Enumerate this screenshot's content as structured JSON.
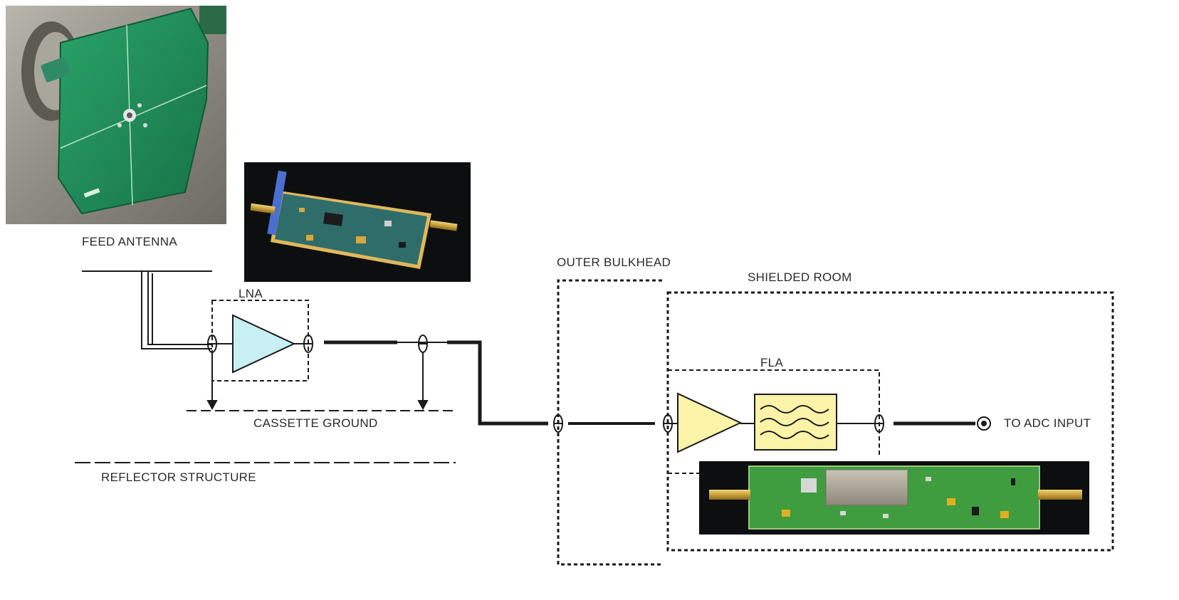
{
  "labels": {
    "feed_antenna": "FEED ANTENNA",
    "lna": "LNA",
    "cassette_ground": "CASSETTE GROUND",
    "reflector_structure": "REFLECTOR STRUCTURE",
    "outer_bulkhead": "OUTER BULKHEAD",
    "shielded_room": "SHIELDED ROOM",
    "fla": "FLA",
    "to_adc_input": "TO ADC INPUT"
  },
  "colors": {
    "antenna_pcb": "#1f8a57",
    "antenna_background": "#8c8a80",
    "board_background": "#0d0f10",
    "lna_pcb": "#2d6a6a",
    "fla_pcb": "#3c9a3c",
    "lna_triangle_fill": "#c8f0f4",
    "fla_block_fill": "#fbf3a8",
    "line": "#1a1a1a"
  },
  "icons": {
    "lna_amplifier": "triangle-amplifier",
    "fla_amplifier": "triangle-amplifier",
    "fla_filter": "bandpass-filter-waves",
    "adc_terminal": "coax-terminal",
    "connectors": "bulkhead-connector",
    "ground_arrows": "ground-arrow"
  }
}
